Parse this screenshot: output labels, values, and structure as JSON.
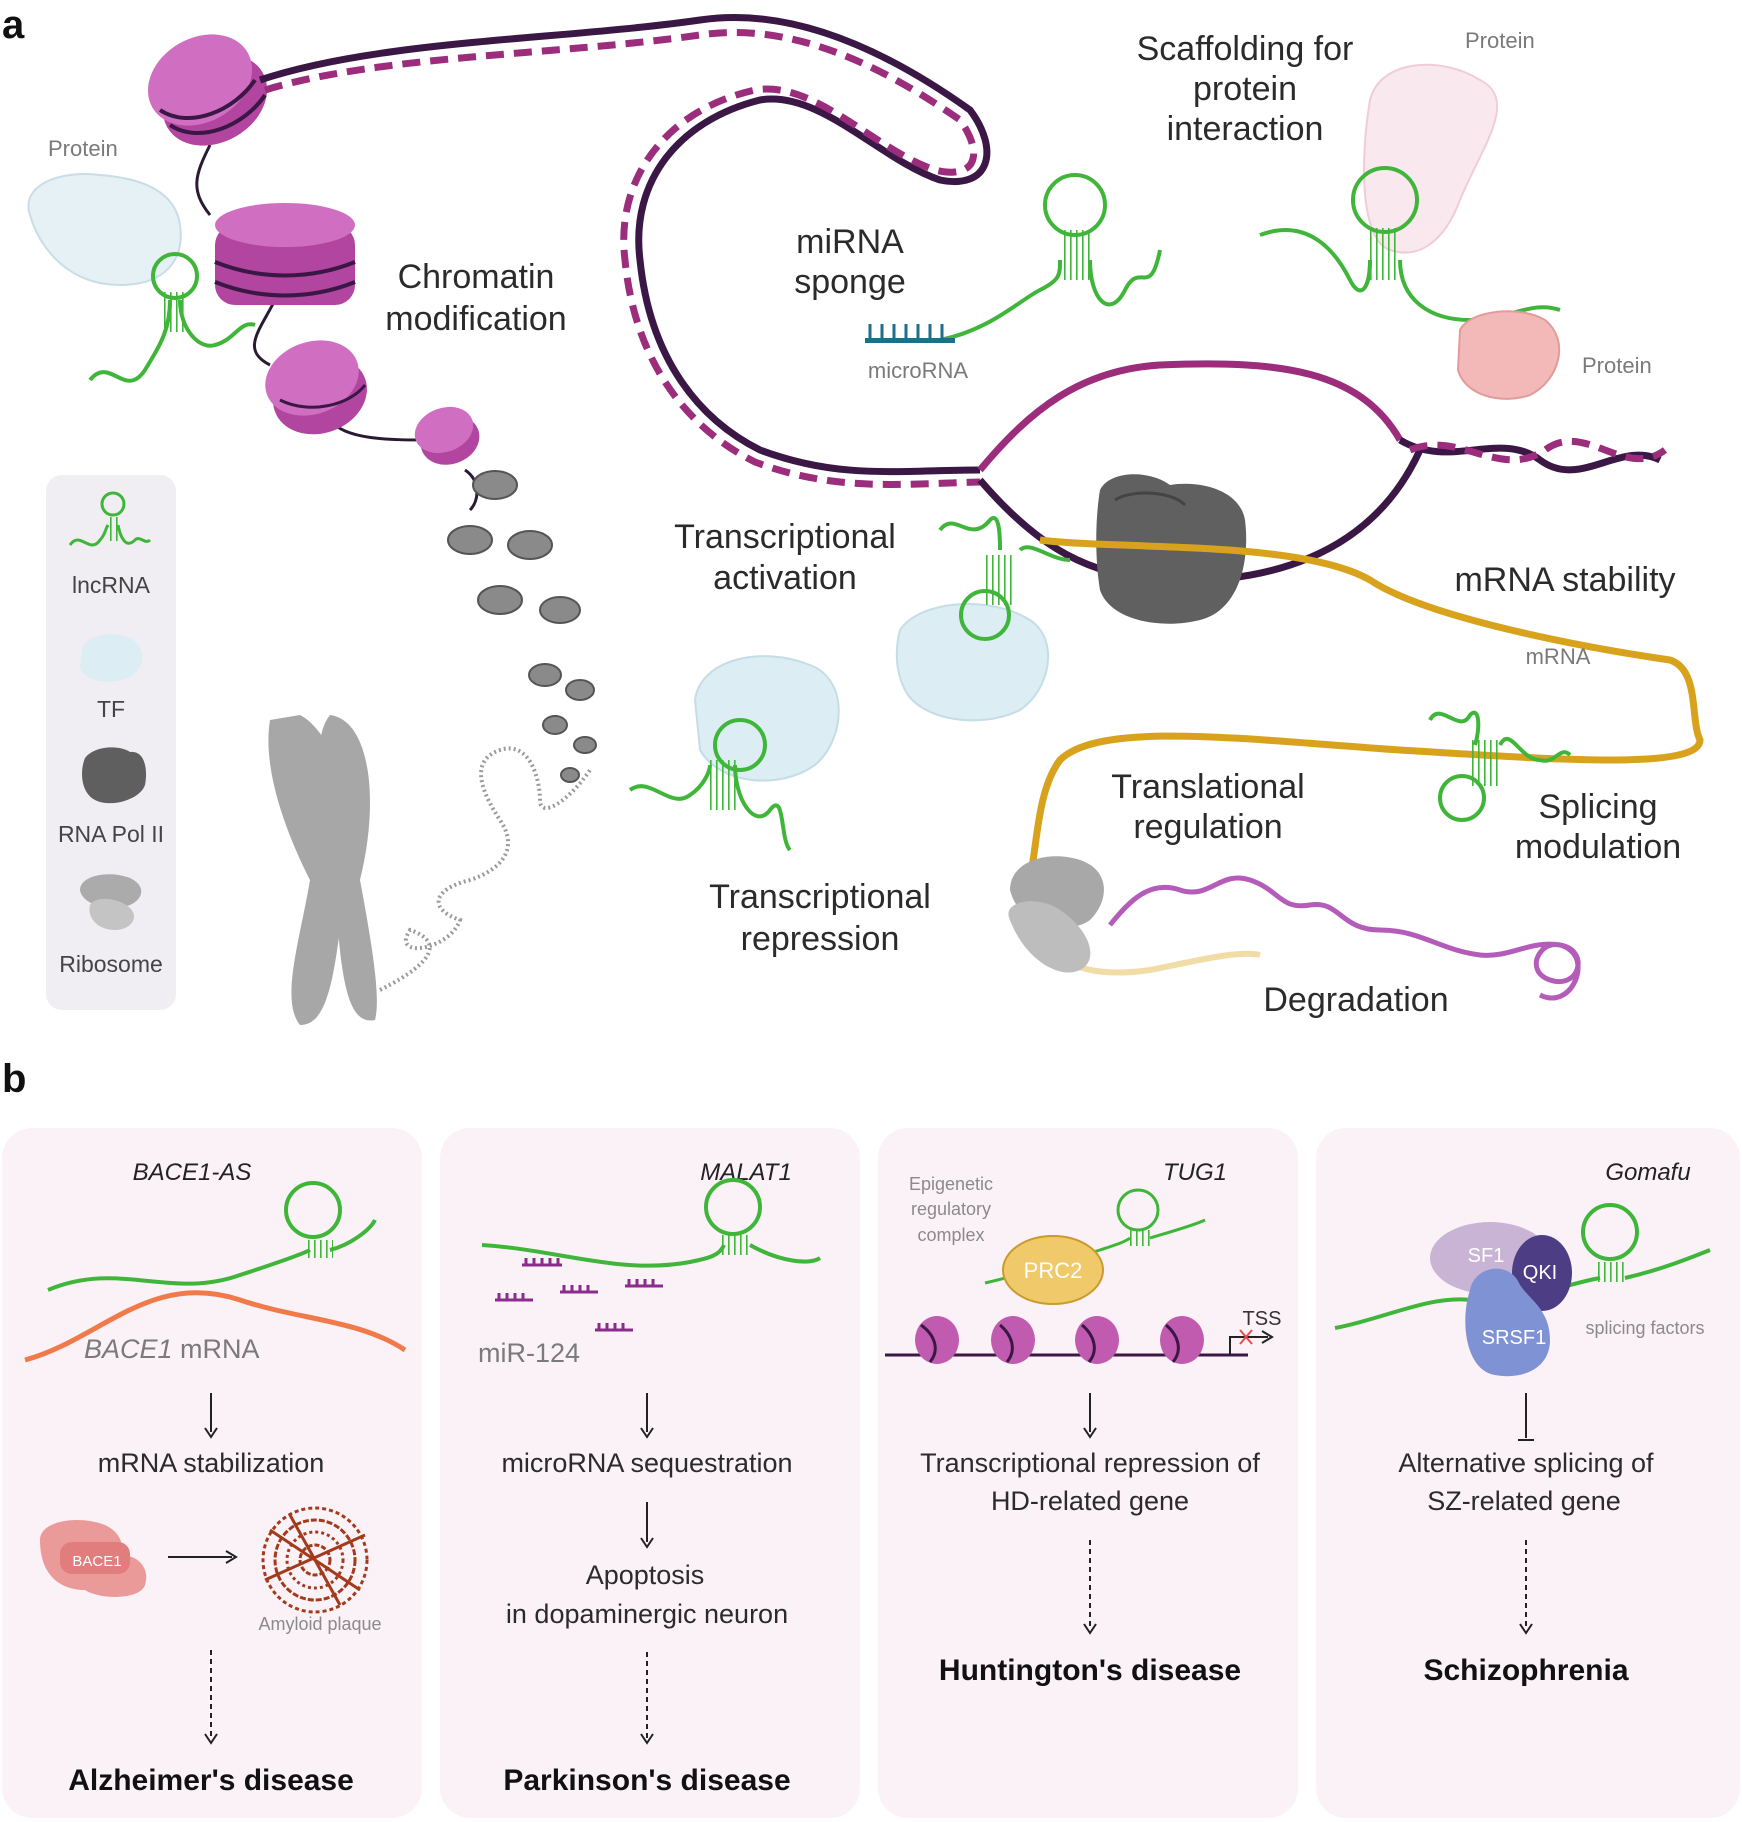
{
  "panel_a": {
    "letter": "a",
    "labels": {
      "chromatin": [
        "Chromatin",
        "modification"
      ],
      "mirna_sponge": [
        "miRNA",
        "sponge"
      ],
      "microrna": "microRNA",
      "scaffolding": [
        "Scaffolding for",
        "protein",
        "interaction"
      ],
      "protein_top": "Protein",
      "protein_right": "Protein",
      "protein_left": "Protein",
      "tx_activation": [
        "Transcriptional",
        "activation"
      ],
      "mrna_stability": "mRNA stability",
      "mrna": "mRNA",
      "tx_repression": [
        "Transcriptional",
        "repression"
      ],
      "translational": [
        "Translational",
        "regulation"
      ],
      "splicing": [
        "Splicing",
        "modulation"
      ],
      "degradation": "Degradation"
    },
    "legend": {
      "items": [
        {
          "label": "lncRNA",
          "icon": "lncrna-icon"
        },
        {
          "label": "TF",
          "icon": "tf-icon"
        },
        {
          "label": "RNA Pol II",
          "icon": "rna-pol-ii-icon"
        },
        {
          "label": "Ribosome",
          "icon": "ribosome-icon"
        }
      ]
    }
  },
  "panel_b": {
    "letter": "b",
    "columns": [
      {
        "gene": "BACE1-AS",
        "mrna_label_gene": "BACE1",
        "mrna_label_rest": " mRNA",
        "step1": "mRNA stabilization",
        "protein_label": "BACE1",
        "plaque_label": "Amyloid plaque",
        "disease": "Alzheimer's disease"
      },
      {
        "gene": "MALAT1",
        "mirna_label": "miR-124",
        "step1": "microRNA sequestration",
        "step2": [
          "Apoptosis",
          "in dopaminergic neuron"
        ],
        "disease": "Parkinson's disease"
      },
      {
        "gene": "TUG1",
        "complex_label": [
          "Epigenetic",
          "regulatory",
          "complex"
        ],
        "prc2": "PRC2",
        "tss": "TSS",
        "step1": [
          "Transcriptional repression of",
          "HD-related gene"
        ],
        "disease": "Huntington's disease"
      },
      {
        "gene": "Gomafu",
        "sf1": "SF1",
        "qki": "QKI",
        "srsf1": "SRSF1",
        "factors_label": "splicing factors",
        "step1": [
          "Alternative splicing of",
          "SZ-related gene"
        ],
        "disease": "Schizophrenia"
      }
    ]
  },
  "colors": {
    "lncrna_green": "#3fb53a",
    "dna_dark": "#3a1744",
    "dna_magenta": "#9b2d7c",
    "histone": "#c15bb0",
    "mrna_gold": "#d9a21c",
    "tf_blue": "#dcedf3",
    "panel_bg": "#fbf2f7",
    "bace1_orange": "#f07a4a",
    "mirna_purple": "#8a2d8a"
  }
}
